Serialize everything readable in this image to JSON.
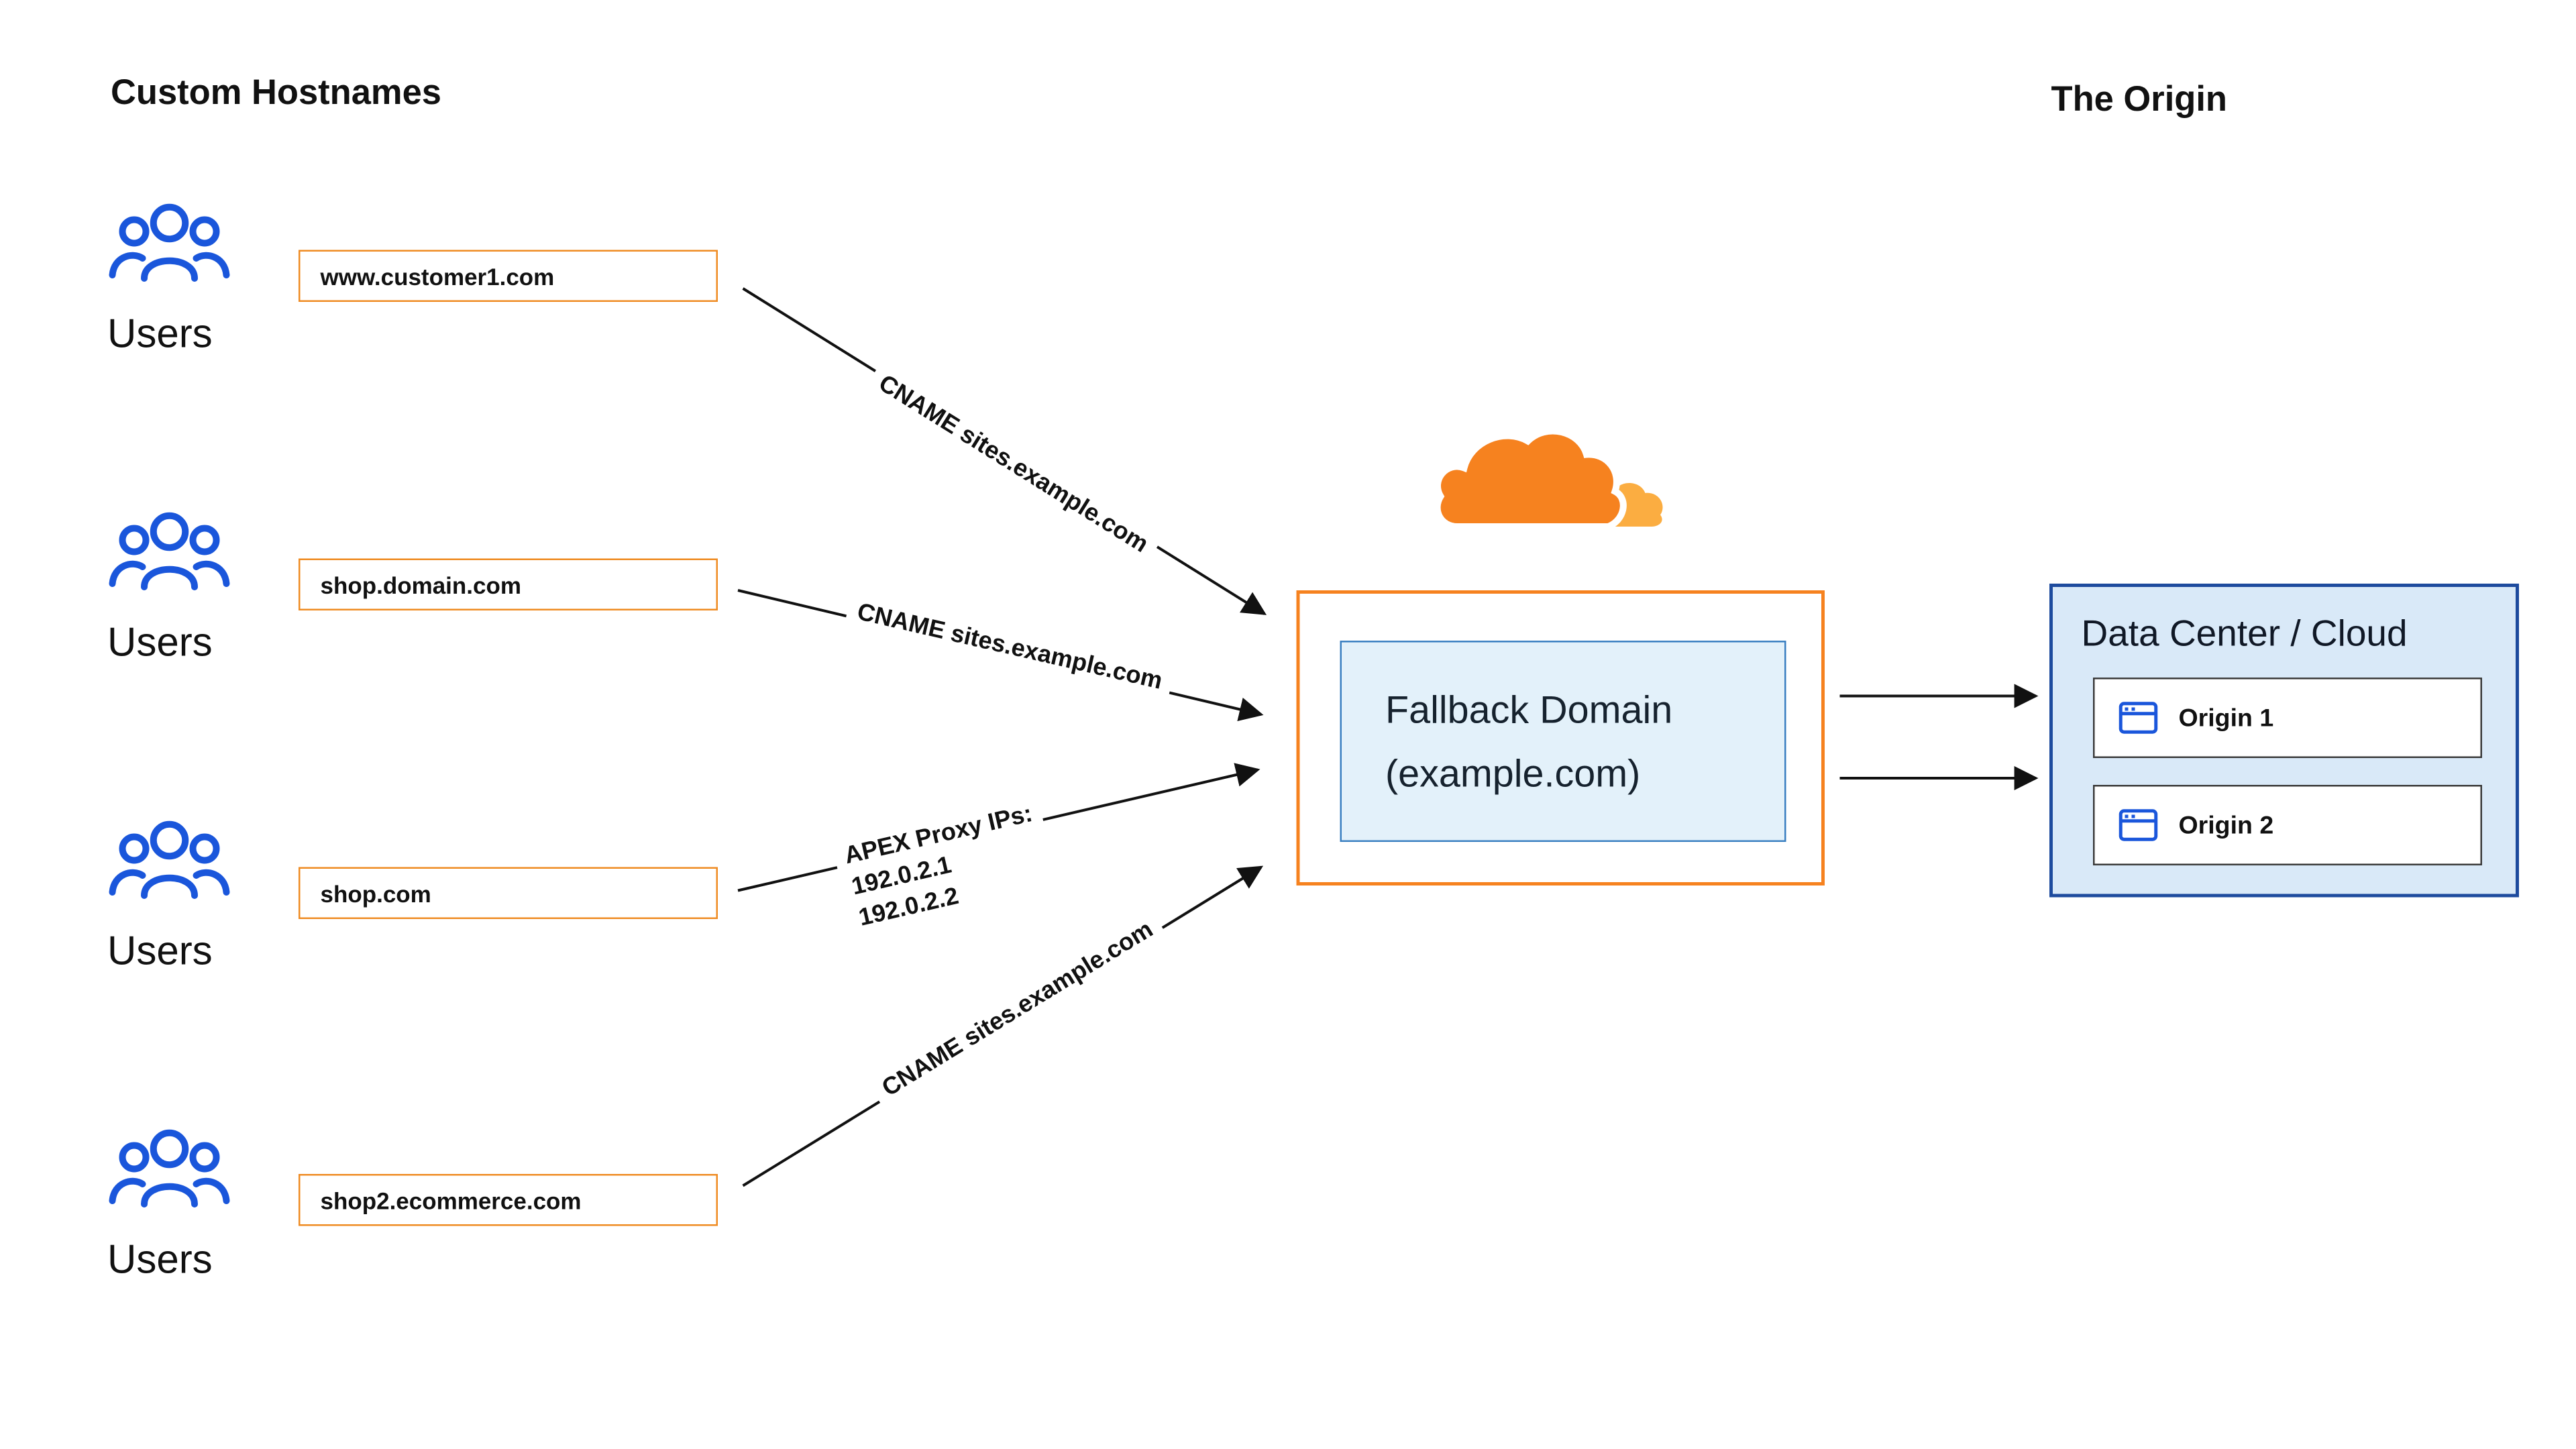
{
  "headings": {
    "left": "Custom Hostnames",
    "right": "The Origin"
  },
  "user_groups": [
    {
      "label": "Users",
      "hostname": "www.customer1.com"
    },
    {
      "label": "Users",
      "hostname": "shop.domain.com"
    },
    {
      "label": "Users",
      "hostname": "shop.com"
    },
    {
      "label": "Users",
      "hostname": "shop2.ecommerce.com"
    }
  ],
  "connections": [
    {
      "label": "CNAME sites.example.com"
    },
    {
      "label": "CNAME sites.example.com"
    },
    {
      "lines": [
        "APEX Proxy IPs:",
        "192.0.2.1",
        "192.0.2.2"
      ]
    },
    {
      "label": "CNAME sites.example.com"
    }
  ],
  "cloudflare": {
    "icon": "cloudflare-logo",
    "fallback_line1": "Fallback Domain",
    "fallback_line2": "(example.com)"
  },
  "origin": {
    "title": "Data Center / Cloud",
    "items": [
      {
        "label": "Origin 1",
        "icon": "window-icon"
      },
      {
        "label": "Origin 2",
        "icon": "window-icon"
      }
    ]
  },
  "colors": {
    "orange": "#f6821f",
    "light_orange": "#fbad41",
    "box_border_orange": "#ef8b22",
    "users_blue": "#1a56db",
    "fallback_fill": "#e3f1fa",
    "fallback_border": "#3a7fc1",
    "datacenter_fill": "#d9e9f8",
    "datacenter_border": "#1e4b9e",
    "arrow": "#111111"
  }
}
